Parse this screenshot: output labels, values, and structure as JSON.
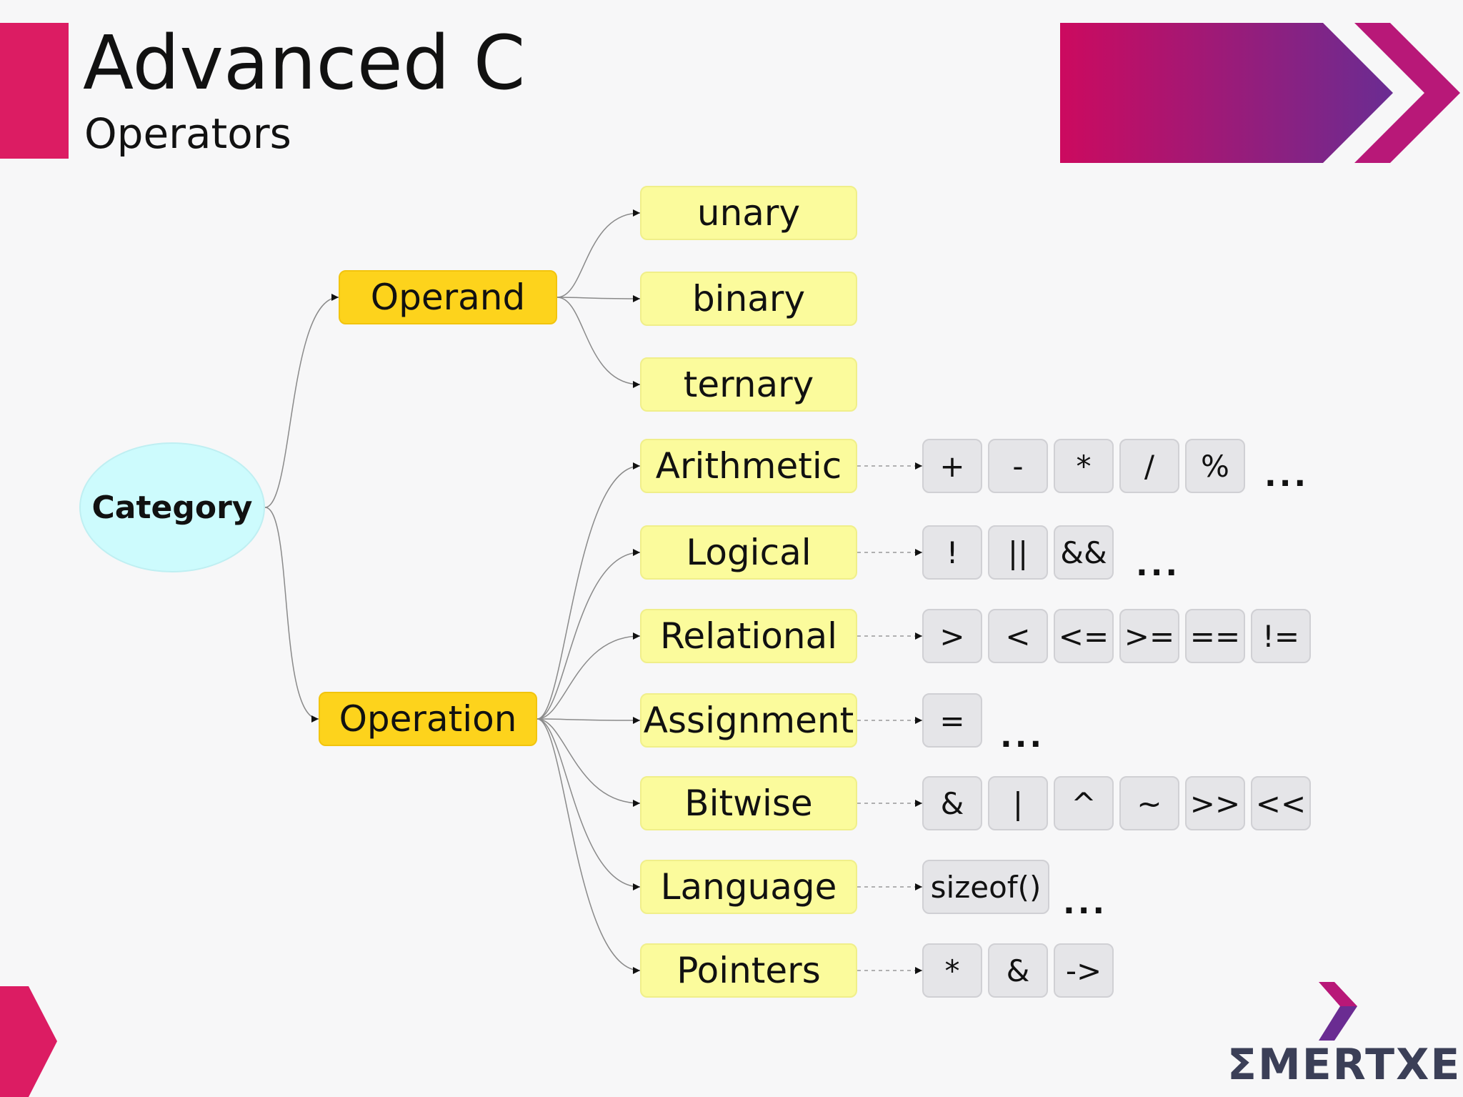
{
  "slide": {
    "title": "Advanced C",
    "subtitle": "Operators"
  },
  "diagram": {
    "root": "Category",
    "operand": {
      "label": "Operand",
      "children": [
        "unary",
        "binary",
        "ternary"
      ]
    },
    "operation": {
      "label": "Operation",
      "children": [
        {
          "label": "Arithmetic",
          "operators": [
            "+",
            "-",
            "*",
            "/",
            "%"
          ],
          "more": "..."
        },
        {
          "label": "Logical",
          "operators": [
            "!",
            "||",
            "&&"
          ],
          "more": "..."
        },
        {
          "label": "Relational",
          "operators": [
            ">",
            "<",
            "<=",
            ">=",
            "==",
            "!="
          ],
          "more": ""
        },
        {
          "label": "Assignment",
          "operators": [
            "="
          ],
          "more": "..."
        },
        {
          "label": "Bitwise",
          "operators": [
            "&",
            "|",
            "^",
            "~",
            ">>",
            "<<"
          ],
          "more": ""
        },
        {
          "label": "Language",
          "operators": [
            "sizeof()"
          ],
          "more": "..."
        },
        {
          "label": "Pointers",
          "operators": [
            "*",
            "&",
            "->"
          ],
          "more": ""
        }
      ]
    }
  },
  "logo": {
    "text": "ΣMERTXE"
  },
  "colors": {
    "accent": "#dc1c63",
    "banner_start": "#cc0a5f",
    "banner_end": "#6a2c92",
    "category_fill": "#cdfbfd",
    "group_fill": "#fdd31c",
    "leaf_fill": "#fbfb9c",
    "operator_fill": "#e5e5e8"
  }
}
